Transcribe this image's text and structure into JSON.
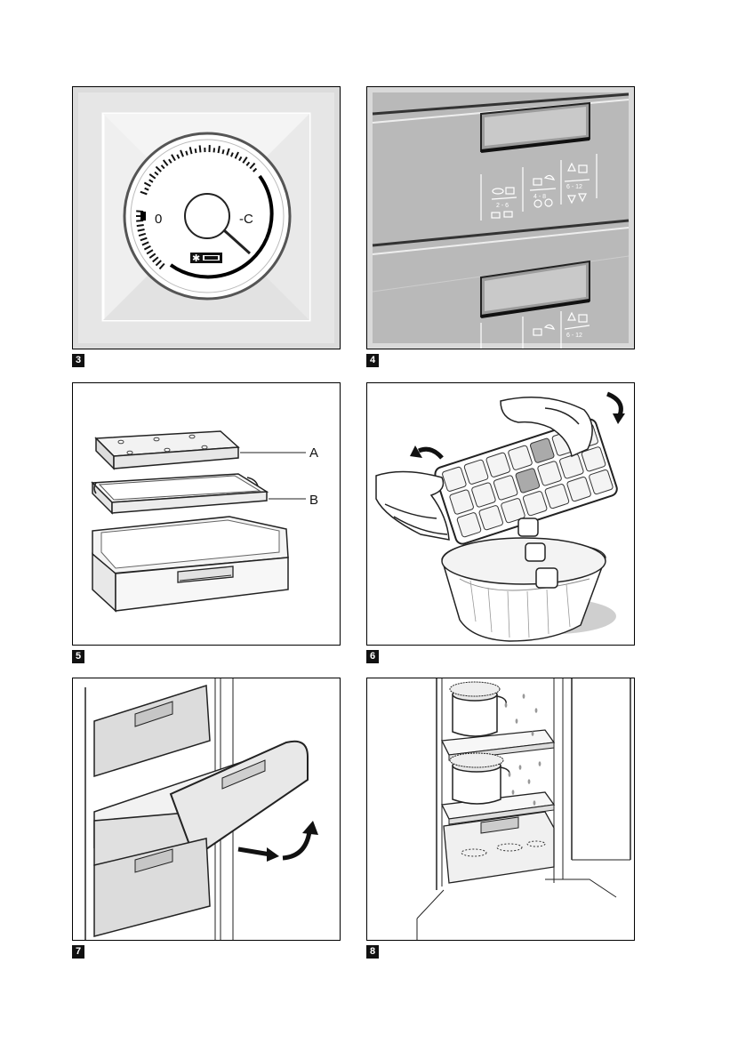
{
  "figures": [
    {
      "number": "3"
    },
    {
      "number": "4"
    },
    {
      "number": "5"
    },
    {
      "number": "6"
    },
    {
      "number": "7"
    },
    {
      "number": "8"
    }
  ],
  "fig3": {
    "dial_zero": "0",
    "dial_minus": "-C"
  },
  "fig4": {
    "row1_left": "2 - 6",
    "row1_mid": "4 - 8",
    "row1_right": "6 - 12",
    "row2_right": "6 - 12"
  },
  "fig5": {
    "label_a": "A",
    "label_b": "B"
  }
}
